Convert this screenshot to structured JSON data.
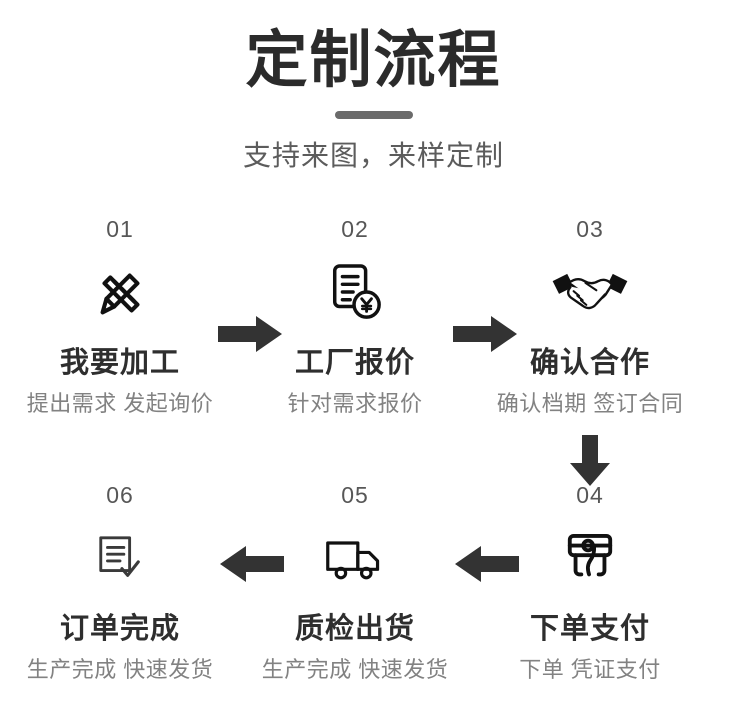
{
  "header": {
    "title": "定制流程",
    "subtitle": "支持来图，来样定制",
    "divider_color": "#6b6b6b",
    "title_color": "#2b2b2b",
    "subtitle_color": "#5c5c5c"
  },
  "theme": {
    "background": "#ffffff",
    "icon_color": "#111111",
    "arrow_color": "#333333",
    "step_number_color": "#575757",
    "step_title_color": "#2e2e2e",
    "step_desc_color": "#828282"
  },
  "flow": {
    "row_one": {
      "steps": [
        {
          "number": "01",
          "title": "我要加工",
          "desc": "提出需求 发起询价",
          "icon": "pencil-ruler-icon"
        },
        {
          "number": "02",
          "title": "工厂报价",
          "desc": "针对需求报价",
          "icon": "document-yuan-icon"
        },
        {
          "number": "03",
          "title": "确认合作",
          "desc": "确认档期 签订合同",
          "icon": "handshake-icon"
        }
      ],
      "arrows": [
        {
          "direction": "right",
          "name": "arrow-right-01-02"
        },
        {
          "direction": "right",
          "name": "arrow-right-02-03"
        }
      ]
    },
    "row_two": {
      "steps": [
        {
          "number": "06",
          "title": "订单完成",
          "desc": "生产完成 快速发货",
          "icon": "document-check-icon"
        },
        {
          "number": "05",
          "title": "质检出货",
          "desc": "生产完成 快速发货",
          "icon": "delivery-truck-icon"
        },
        {
          "number": "04",
          "title": "下单支付",
          "desc": "下单 凭证支付",
          "icon": "card-payment-icon"
        }
      ],
      "arrows": [
        {
          "direction": "left",
          "name": "arrow-left-05-06"
        },
        {
          "direction": "left",
          "name": "arrow-left-04-05"
        },
        {
          "direction": "down",
          "name": "arrow-down-03-04"
        }
      ]
    }
  }
}
